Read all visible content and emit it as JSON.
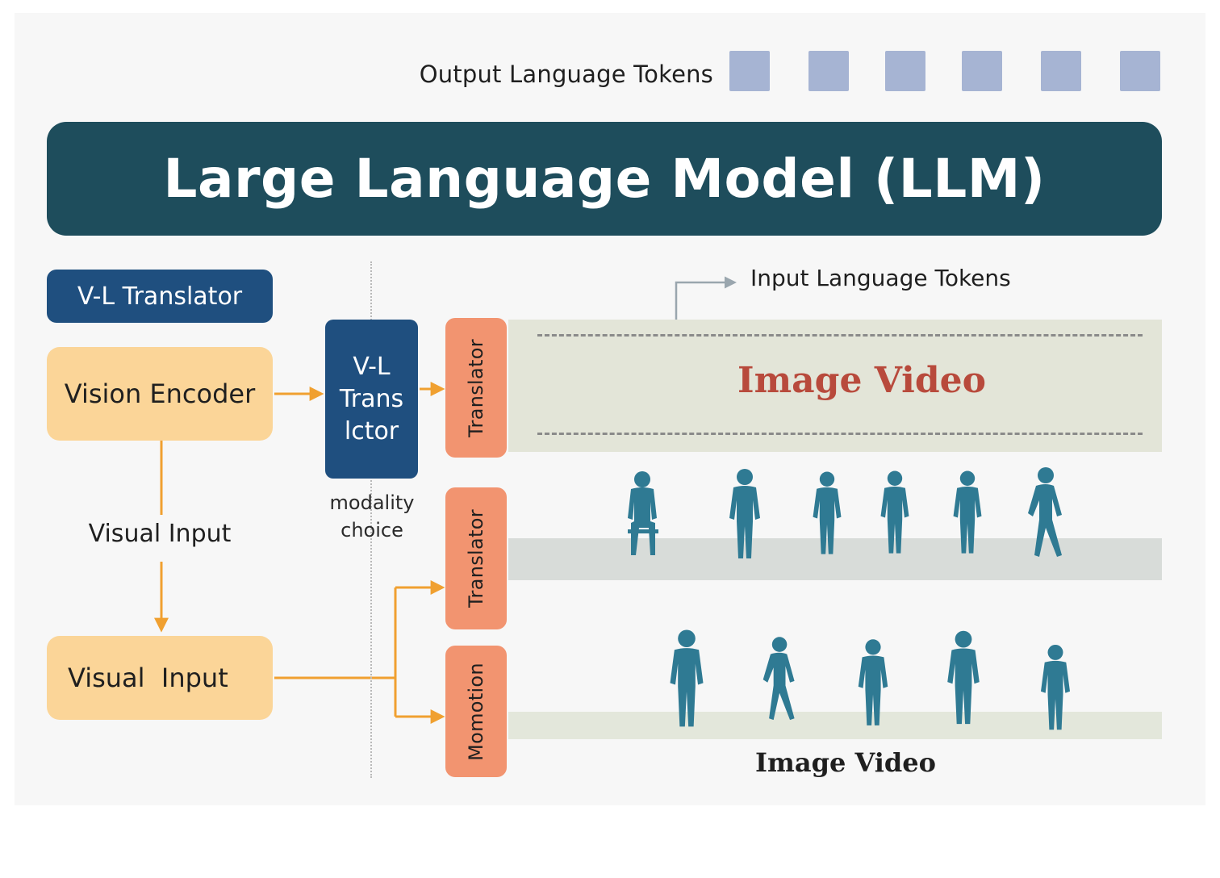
{
  "output_tokens_label": "Output Language Tokens",
  "output_token_count": 6,
  "llm_title": "Large Language Model (LLM)",
  "vl_translator_badge": "V-L Translator",
  "vision_encoder": "Vision Encoder",
  "visual_input_mid": "Visual Input",
  "visual_input_box": "Visual  Input",
  "vl_translator_mid": [
    "V-L",
    "Trans",
    "lctor"
  ],
  "modality_choice": [
    "modality",
    "choice"
  ],
  "input_tokens_label": "Input Language Tokens",
  "tabs": [
    "Translator",
    "Translator",
    "Momotion"
  ],
  "image_video_top": "Image Video",
  "image_video_bottom": "Image Video",
  "colors": {
    "llm_bar": "#1e4d5c",
    "vl_blue": "#1f4f7f",
    "orange_box": "#fbd598",
    "salmon_tab": "#f29470",
    "arrow_orange": "#f0a030",
    "token_blue": "#a6b4d3",
    "figure_teal": "#2f7a93",
    "title_red": "#b84a3c"
  },
  "figures_row1": [
    "seated-person-icon",
    "standing-person-icon",
    "standing-person-icon",
    "standing-person-icon",
    "standing-person-icon",
    "walking-person-icon"
  ],
  "figures_row2": [
    "standing-person-icon",
    "walking-person-icon",
    "standing-person-icon",
    "standing-person-icon",
    "standing-person-icon"
  ]
}
